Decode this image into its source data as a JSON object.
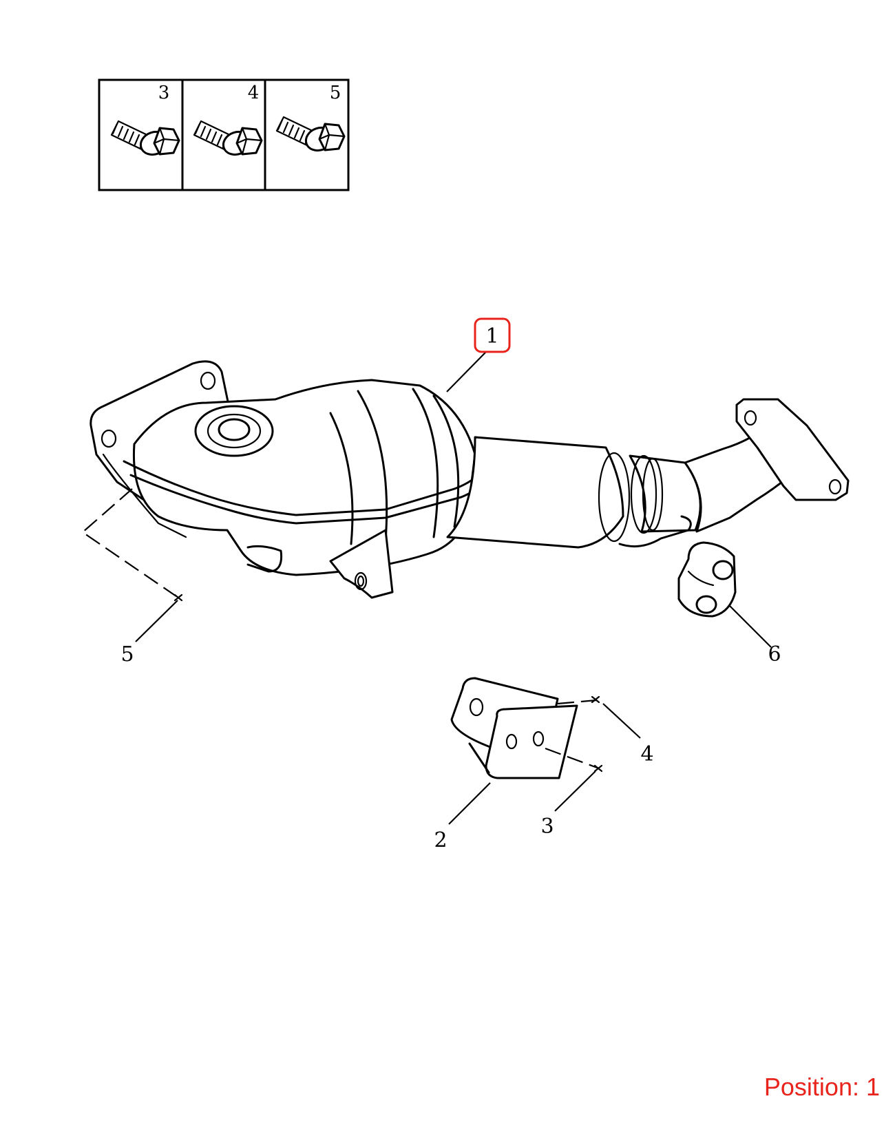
{
  "legend_box": {
    "cells": [
      {
        "number": "3",
        "icon": "bolt-icon"
      },
      {
        "number": "4",
        "icon": "bolt-icon"
      },
      {
        "number": "5",
        "icon": "bolt-icon"
      }
    ]
  },
  "callouts": {
    "c1": "1",
    "c2": "2",
    "c3": "3",
    "c4": "4",
    "c5": "5",
    "c6": "6"
  },
  "highlight_color": "#e8231c",
  "position_text": "Position: 1"
}
